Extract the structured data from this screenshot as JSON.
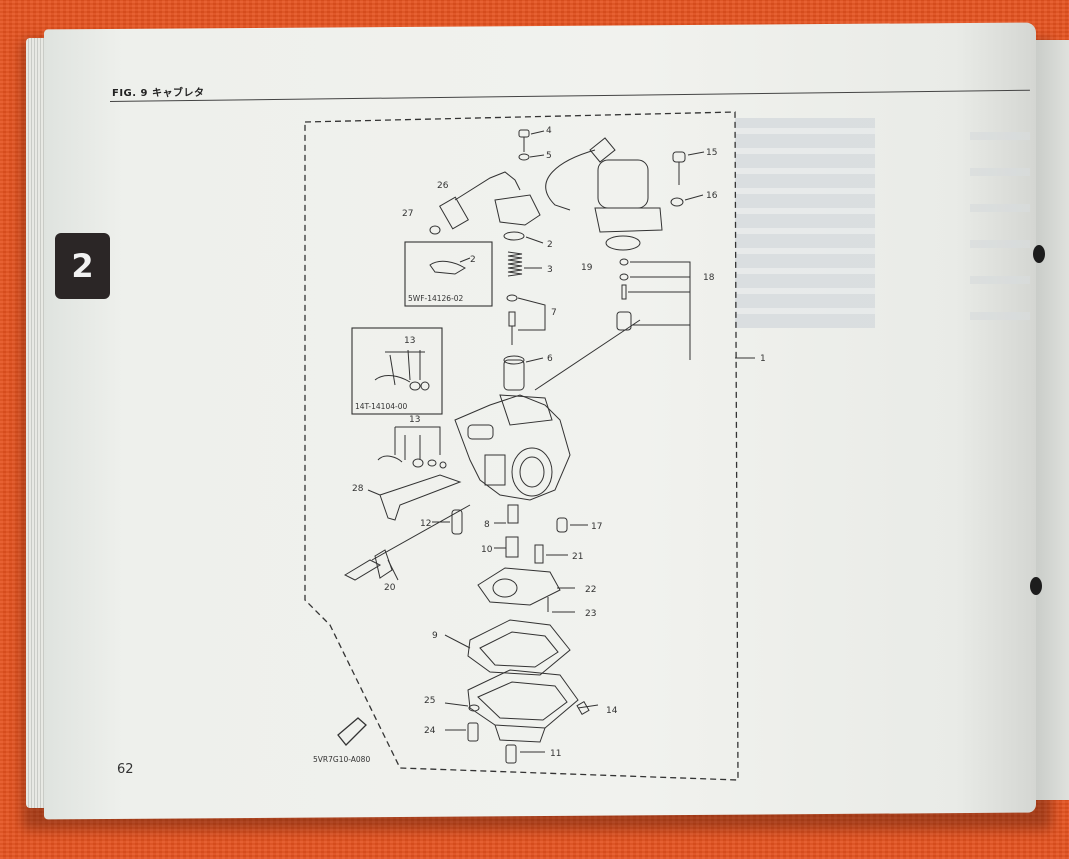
{
  "header": {
    "figure_title": "FIG. 9 キャブレタ"
  },
  "section_tab": "2",
  "page_number": "62",
  "diagram": {
    "callouts": {
      "c4": "4",
      "c5": "5",
      "c26": "26",
      "c27": "27",
      "c2": "2",
      "c3": "3",
      "c7": "7",
      "c6": "6",
      "c15": "15",
      "c16": "16",
      "c19": "19",
      "c18": "18",
      "c1": "1",
      "c13a": "13",
      "c13b": "13",
      "c2b": "2",
      "c28": "28",
      "c12": "12",
      "c8": "8",
      "c10": "10",
      "c17": "17",
      "c21": "21",
      "c20": "20",
      "c22": "22",
      "c23": "23",
      "c9": "9",
      "c14": "14",
      "c25": "25",
      "c24": "24",
      "c11": "11"
    },
    "kit_codes": {
      "kit_a": "5WF-14126-02",
      "kit_b": "14T-14104-00",
      "drawing_code": "5VR7G10-A080"
    }
  },
  "colors": {
    "tab_bg": "#2b2626",
    "line_art": "#333333"
  }
}
